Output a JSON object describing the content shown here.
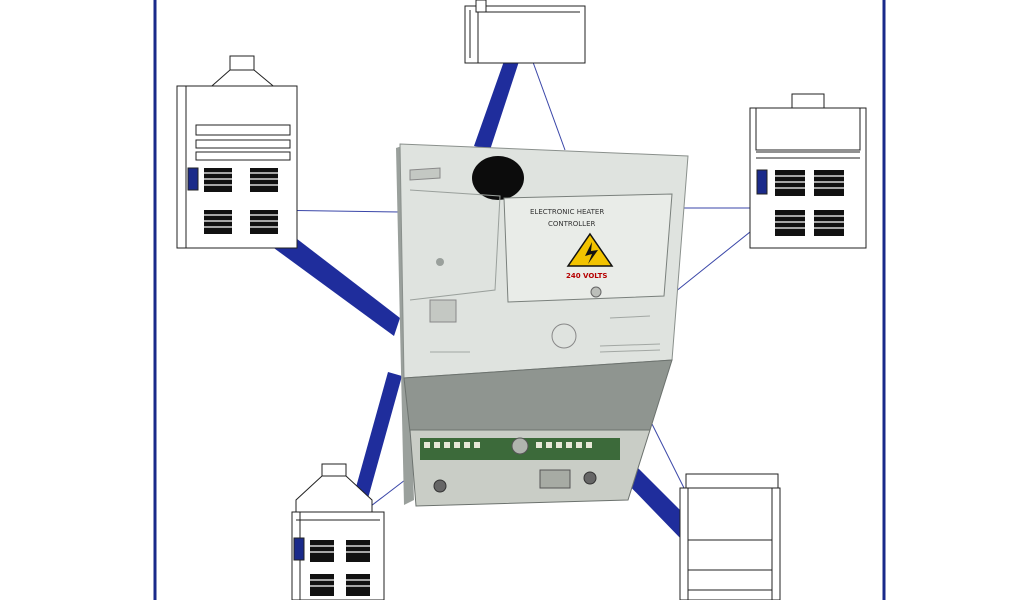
{
  "controller": {
    "panel_line1": "ELECTRONIC HEATER",
    "panel_line2": "CONTROLLER",
    "voltage": "240 VOLTS"
  },
  "colors": {
    "frame": "#1a2a8a",
    "pipe": "#1f2d9c",
    "line": "#3a46a8",
    "box": "#dfe3df",
    "warning": "#f2c300"
  },
  "units": [
    {
      "id": "top"
    },
    {
      "id": "upper-left"
    },
    {
      "id": "upper-right"
    },
    {
      "id": "lower-left"
    },
    {
      "id": "lower-right"
    }
  ]
}
